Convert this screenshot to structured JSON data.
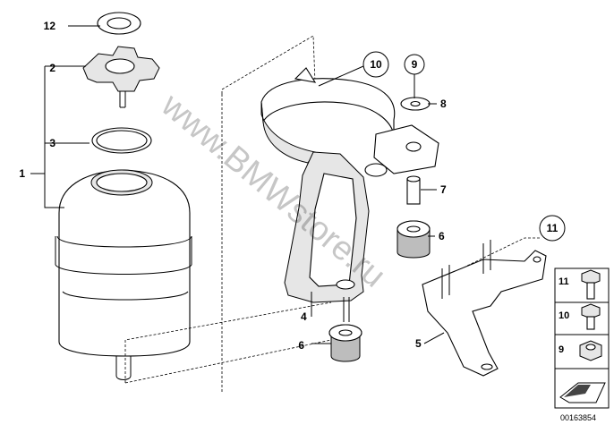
{
  "callouts": {
    "c1": "1",
    "c2": "2",
    "c3": "3",
    "c4": "4",
    "c5": "5",
    "c6a": "6",
    "c6b": "6",
    "c7": "7",
    "c8": "8",
    "c9": "9",
    "c10": "10",
    "c11": "11",
    "c12": "12"
  },
  "legend": {
    "item11": "11",
    "item10": "10",
    "item9": "9"
  },
  "watermark": "www.BMWstore.ru",
  "diagram_code": "00163854"
}
